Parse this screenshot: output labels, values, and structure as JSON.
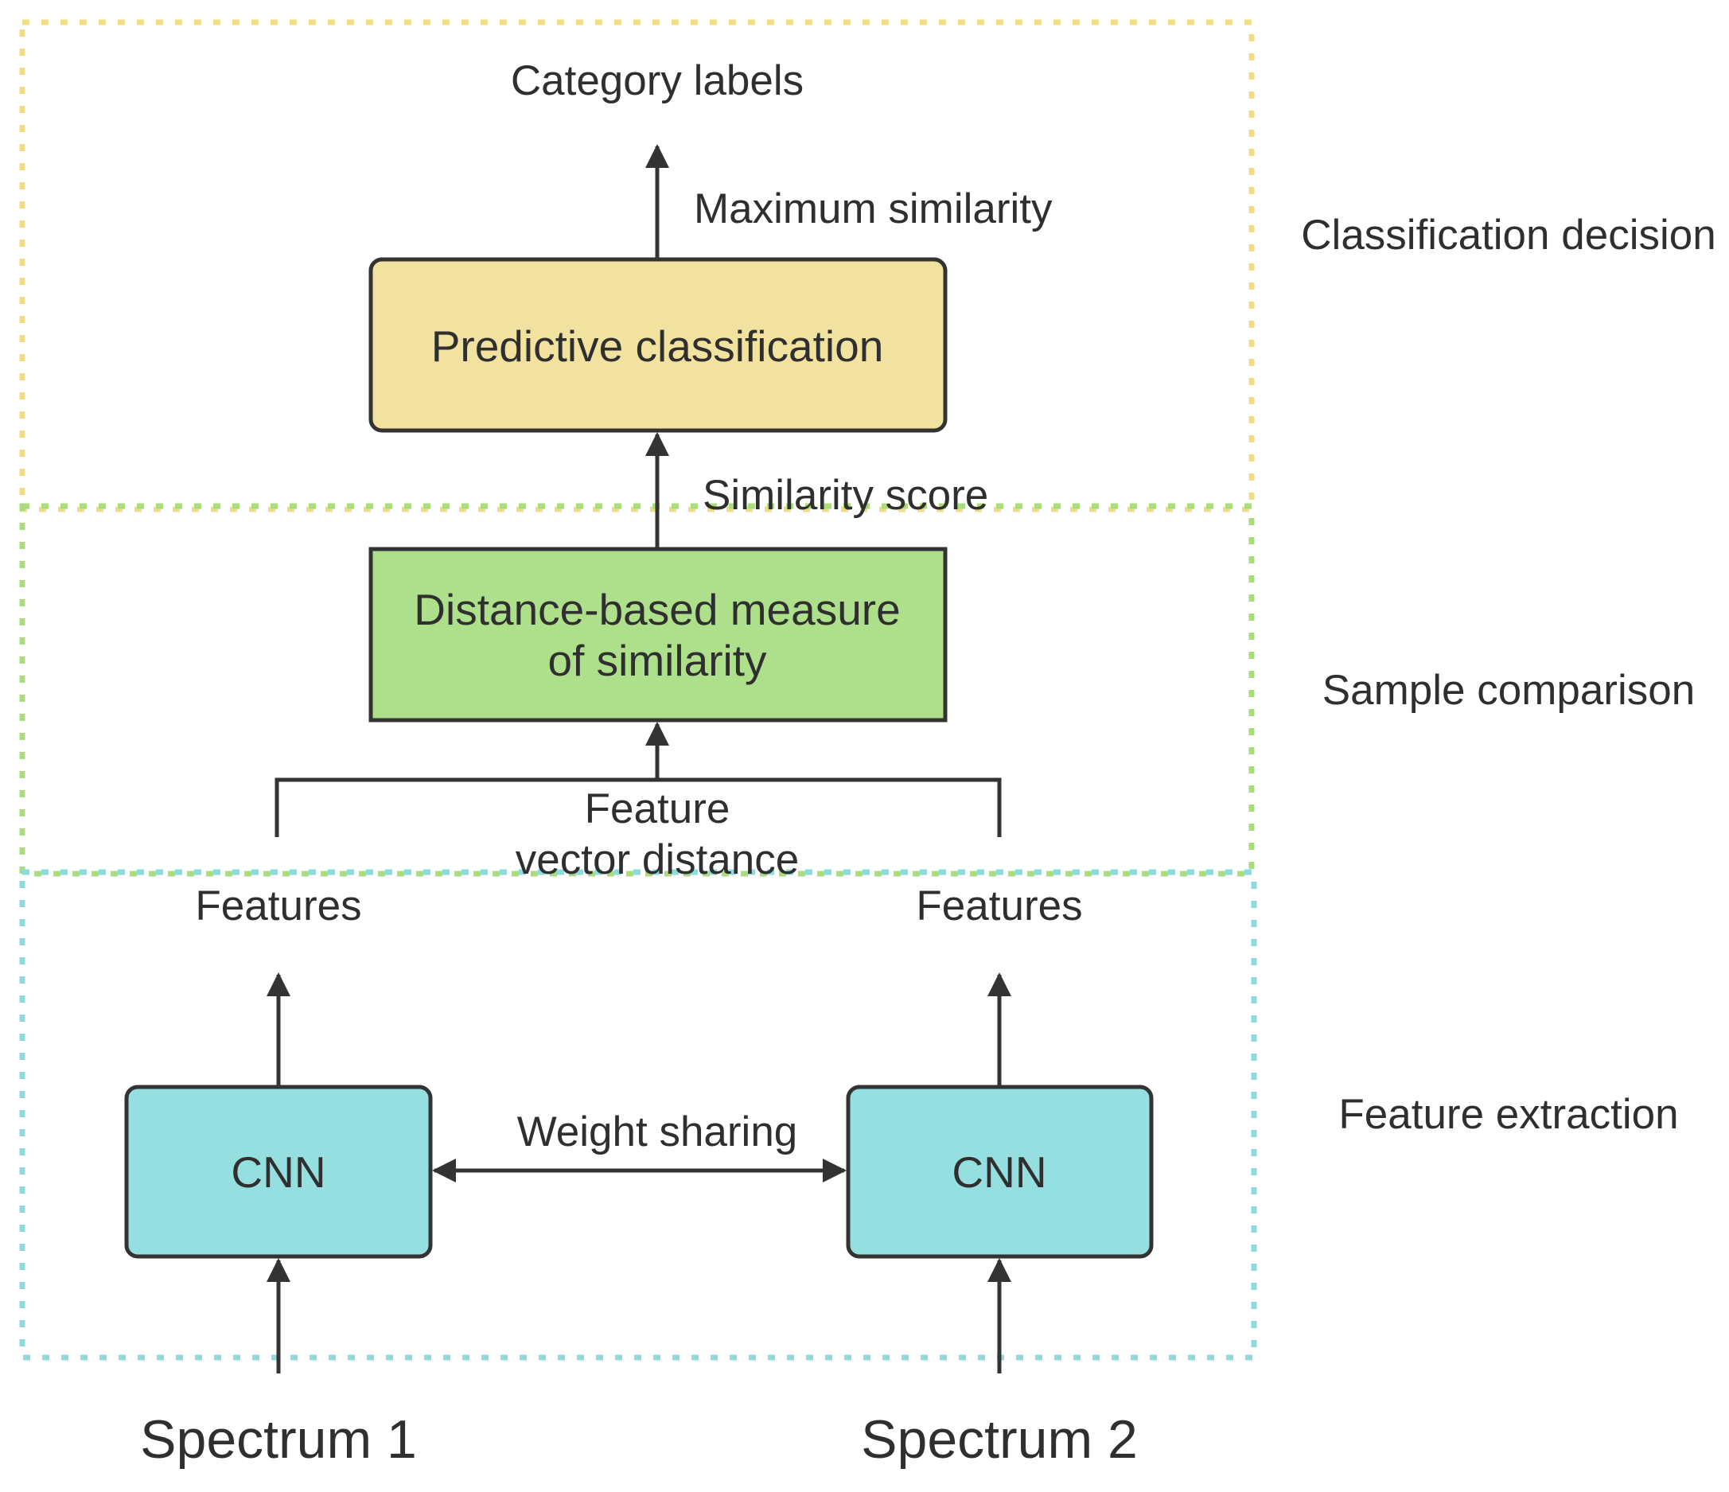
{
  "regions": {
    "classification": {
      "label": "Classification decision",
      "color": "#f2dc86"
    },
    "comparison": {
      "label": "Sample comparison",
      "color": "#a9dc7e"
    },
    "extraction": {
      "label": "Feature extraction",
      "color": "#8fdadc"
    }
  },
  "nodes": {
    "predictive": {
      "label": "Predictive classification",
      "fill": "#f2e2a0"
    },
    "distance": {
      "line1": "Distance-based measure",
      "line2": "of similarity",
      "fill": "#aee08b"
    },
    "cnn_left": {
      "label": "CNN",
      "fill": "#96dfe0"
    },
    "cnn_right": {
      "label": "CNN",
      "fill": "#96dfe0"
    }
  },
  "labels": {
    "category_labels": "Category labels",
    "maximum_similarity": "Maximum similarity",
    "similarity_score": "Similarity score",
    "feature_vector_line1": "Feature",
    "feature_vector_line2": "vector distance",
    "features_left": "Features",
    "features_right": "Features",
    "weight_sharing": "Weight sharing",
    "spectrum_1": "Spectrum 1",
    "spectrum_2": "Spectrum 2"
  }
}
